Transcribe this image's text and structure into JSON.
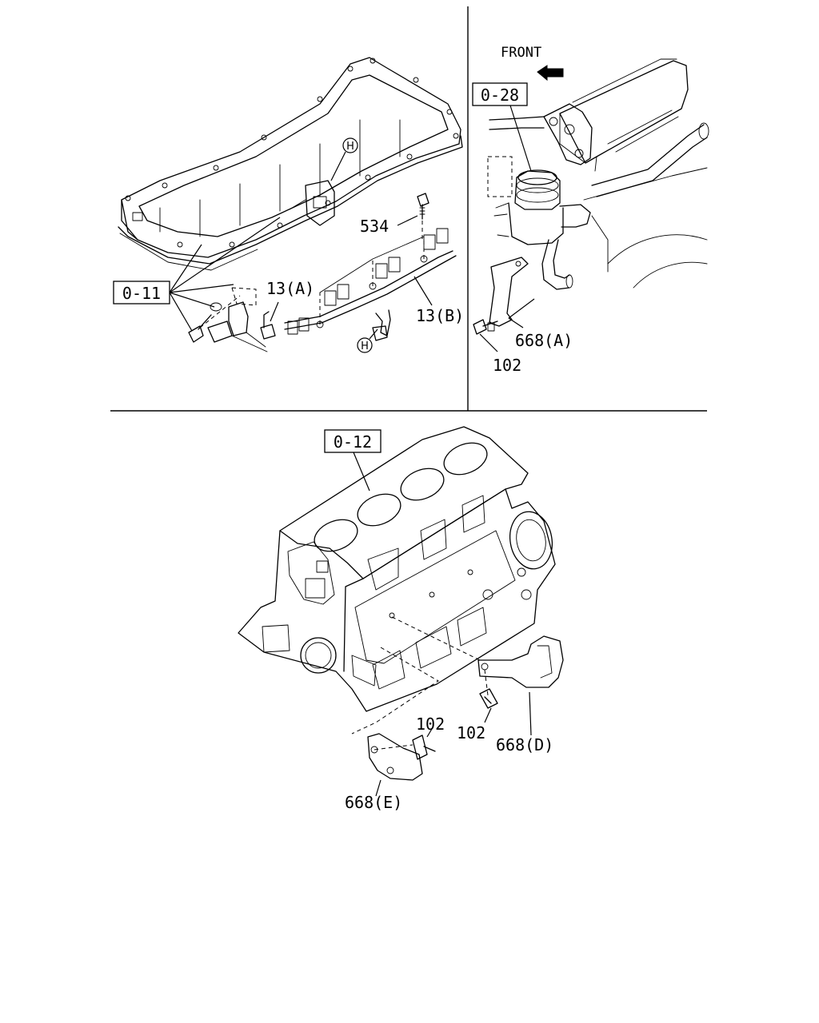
{
  "references": {
    "oil_pan": "0-11",
    "egr_area": "0-28",
    "cylinder_block": "0-12"
  },
  "orientation": "FRONT",
  "callouts": {
    "bolt_534": "534",
    "harness_13a": "13(A)",
    "harness_13b": "13(B)",
    "bracket_668a": "668(A)",
    "bolt_102_top": "102",
    "bolt_102_left": "102",
    "bolt_102_right": "102",
    "bracket_668d": "668(D)",
    "bracket_668e": "668(E)"
  },
  "connectors": {
    "h_upper": "H",
    "h_lower": "H"
  }
}
